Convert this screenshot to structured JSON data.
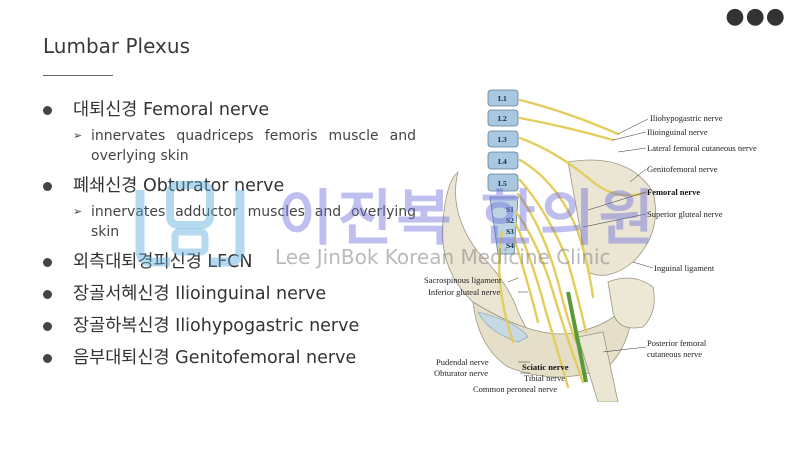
{
  "menu_icon": "more-dots-icon",
  "title": "Lumbar Plexus",
  "bullets": [
    {
      "text": "대퇴신경 Femoral nerve",
      "sub": "innervates quadriceps femoris muscle and overlying skin"
    },
    {
      "text": "폐쇄신경 Obturator nerve",
      "sub": "innervates adductor muscles and overlying skin"
    },
    {
      "text": "외측대퇴경피신경 LFCN"
    },
    {
      "text": "장골서혜신경 Ilioinguinal nerve"
    },
    {
      "text": "장골하복신경 Iliohypogastric nerve"
    },
    {
      "text": "음부대퇴신경 Genitofemoral nerve"
    }
  ],
  "figure": {
    "vertebrae": [
      "L1",
      "L2",
      "L3",
      "L4",
      "L5",
      "S1",
      "S2",
      "S3",
      "S4"
    ],
    "labels_right": [
      "Iliohypogastric nerve",
      "Ilioinguinal nerve",
      "Lateral femoral cutaneous nerve",
      "Genitofemoral nerve",
      "Femoral nerve",
      "Superior gluteal nerve",
      "Inguinal ligament",
      "Posterior femoral",
      "cutaneous nerve"
    ],
    "labels_left": [
      "Sacrospinous ligament",
      "Inferior gluteal nerve",
      "Pudendal nerve",
      "Obturator nerve"
    ],
    "labels_bottom": [
      "Sciatic nerve",
      "Tibial nerve",
      "Common peroneal nerve"
    ]
  },
  "watermark": {
    "korean": "이진복 한의원",
    "english": "Lee JinBok Korean Medicine Clinic"
  },
  "colors": {
    "nerve": "#e8d36a",
    "vertebra": "#a9c8e0",
    "bone": "#e9e4d2",
    "watermark": "#6e6edc"
  }
}
